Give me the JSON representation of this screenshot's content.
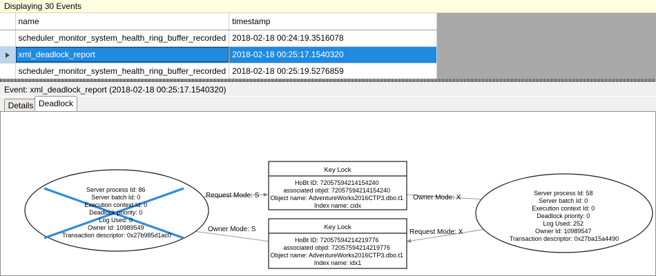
{
  "banner": {
    "text": "Displaying 30 Events"
  },
  "grid": {
    "columns": [
      "",
      "name",
      "timestamp"
    ],
    "rows": [
      {
        "selector": "",
        "name": "scheduler_monitor_system_health_ring_buffer_recorded",
        "timestamp": "2018-02-18 00:24:19.3516078",
        "selected": false
      },
      {
        "selector": "row-selector-arrow",
        "name": "xml_deadlock_report",
        "timestamp": "2018-02-18 00:25:17.1540320",
        "selected": true
      },
      {
        "selector": "",
        "name": "scheduler_monitor_system_health_ring_buffer_recorded",
        "timestamp": "2018-02-18 00:25:19.5276859",
        "selected": false
      }
    ]
  },
  "event_header": {
    "text": "Event: xml_deadlock_report (2018-02-18 00:25:17.1540320)"
  },
  "tabs": [
    {
      "label": "Details",
      "active": false
    },
    {
      "label": "Deadlock",
      "active": true
    }
  ],
  "deadlock_graph": {
    "victim_marker_color": "#2e8bdf",
    "processes": [
      {
        "id": "process-left",
        "victim": true,
        "lines": [
          "Server process Id: 86",
          "Server batch Id: 0",
          "Execution context Id: 0",
          "Deadlock priority: 0",
          "Log Used: 0",
          "Owner Id: 10989549",
          "Transaction descriptor: 0x27b985d1ac0"
        ]
      },
      {
        "id": "process-right",
        "victim": false,
        "lines": [
          "Server process Id: 58",
          "Server batch Id: 0",
          "Execution context Id: 0",
          "Deadlock priority: 0",
          "Log Used: 252",
          "Owner Id: 10989547",
          "Transaction descriptor: 0x27ba15a4490"
        ]
      }
    ],
    "resources": [
      {
        "id": "key-lock-top",
        "title": "Key Lock",
        "lines": [
          "HoBt ID: 72057594214154240",
          "associated objid: 72057594214154240",
          "Object name: AdventureWorks2016CTP3.dbo.t1",
          "Index name: cidx"
        ]
      },
      {
        "id": "key-lock-bottom",
        "title": "Key Lock",
        "lines": [
          "HoBt ID: 72057594214219776",
          "associated objid: 72057594214219776",
          "Object name: AdventureWorks2016CTP3.dbo.t1",
          "Index name: idx1"
        ]
      }
    ],
    "edges": [
      {
        "id": "edge-left-request",
        "label": "Request Mode: S"
      },
      {
        "id": "edge-right-owner",
        "label": "Owner Mode: X"
      },
      {
        "id": "edge-left-owner",
        "label": "Owner Mode: S"
      },
      {
        "id": "edge-right-request",
        "label": "Request Mode: X"
      }
    ]
  }
}
